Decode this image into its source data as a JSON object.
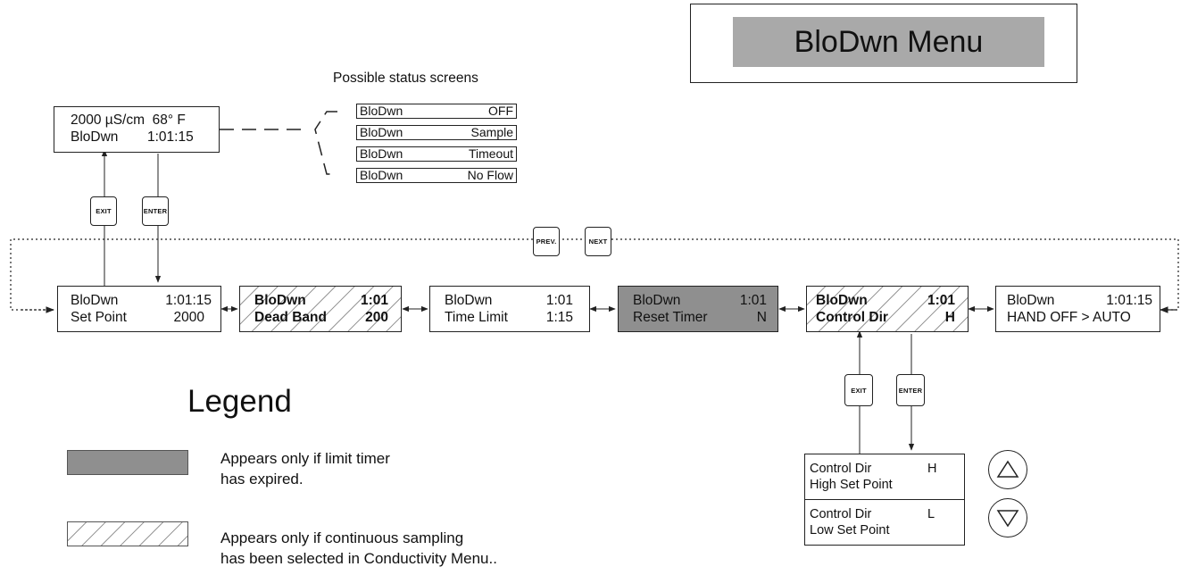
{
  "menu_title": "BloDwn Menu",
  "possible_status_label": "Possible status screens",
  "home_screen": {
    "line1": "2000 µS/cm  68° F",
    "line2_left": "BloDwn",
    "line2_right": "1:01:15"
  },
  "status_screens": [
    {
      "left": "BloDwn",
      "right": "OFF"
    },
    {
      "left": "BloDwn",
      "right": "Sample"
    },
    {
      "left": "BloDwn",
      "right": "Timeout"
    },
    {
      "left": "BloDwn",
      "right": "No Flow"
    }
  ],
  "keys": {
    "exit": "EXIT",
    "enter": "ENTER",
    "prev": "PREV.",
    "next": "NEXT"
  },
  "screens": [
    {
      "l1a": "BloDwn",
      "l1b": "1:01:15",
      "l2a": "Set Point",
      "l2b": "2000"
    },
    {
      "l1a": "BloDwn",
      "l1b": "1:01",
      "l2a": "Dead Band",
      "l2b": "200"
    },
    {
      "l1a": "BloDwn",
      "l1b": "1:01",
      "l2a": "Time Limit",
      "l2b": "1:15"
    },
    {
      "l1a": "BloDwn",
      "l1b": "1:01",
      "l2a": "Reset Timer",
      "l2b": "N"
    },
    {
      "l1a": "BloDwn",
      "l1b": "1:01",
      "l2a": "Control Dir",
      "l2b": "H"
    },
    {
      "l1a": "BloDwn",
      "l1b": "1:01:15",
      "l2a": "HAND OFF > AUTO",
      "l2b": ""
    }
  ],
  "control_dir_options": [
    {
      "l1a": "Control Dir",
      "l1b": "H",
      "l2": "High Set Point"
    },
    {
      "l1a": "Control Dir",
      "l1b": "L",
      "l2": "Low Set Point"
    }
  ],
  "legend": {
    "title": "Legend",
    "shaded_text_1": "Appears only if limit timer",
    "shaded_text_2": "has expired.",
    "hatched_text_1": "Appears only if continuous sampling",
    "hatched_text_2": "has been selected in Conductivity Menu.."
  }
}
